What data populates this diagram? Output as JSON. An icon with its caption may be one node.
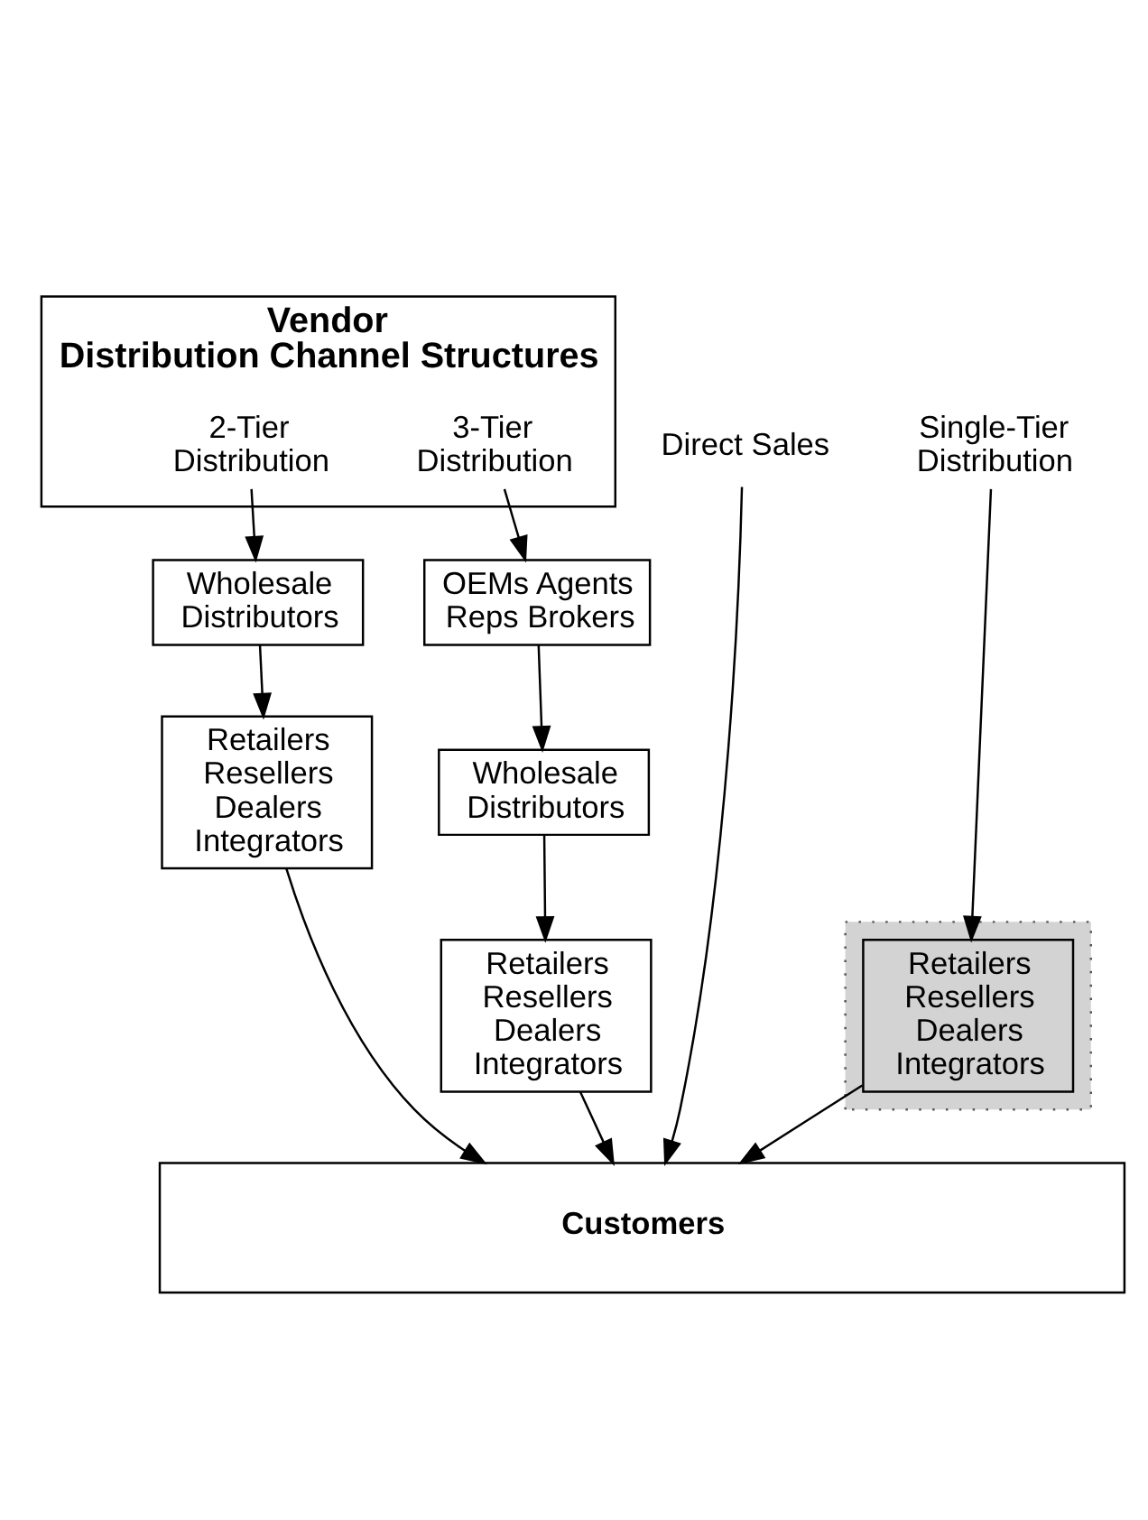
{
  "diagram": {
    "nodes": [
      {
        "text": [
          "Vendor",
          "Distribution Channel Structures"
        ]
      },
      {
        "text": [],
        "shape": "box"
      },
      {
        "text": [
          "Direct Sales"
        ]
      },
      {
        "text": [
          "Single-Tier Distribution"
        ]
      },
      {
        "text": [
          "2-Tier Distribution"
        ],
        "in": 0
      },
      {
        "text": [
          "3-Tier Distribution"
        ],
        "in": 0
      },
      {
        "text": [
          "Retailers Resellers Dealers Integrators"
        ],
        "in": 1
      },
      {
        "text": [
          "Wholesale Distributors"
        ]
      },
      {
        "text": [
          "Retailers Resellers Dealers Integrators"
        ]
      },
      {
        "text": [
          "OEMs Agents Reps Brokers"
        ]
      },
      {
        "text": [
          "Wholesale Distributors"
        ]
      },
      {
        "text": [
          "Retailers Resellers Dealers Integrators"
        ]
      },
      {
        "text": [
          "Customers"
        ]
      }
    ],
    "edges": [
      {
        "from": 2,
        "to": 12,
        "arrow": "to"
      },
      {
        "from": 3,
        "to": 6,
        "arrow": "to"
      },
      {
        "from": 6,
        "to": 12,
        "arrow": "to"
      },
      {
        "from": 4,
        "to": 7,
        "arrow": "to"
      },
      {
        "from": 7,
        "to": 8,
        "arrow": "to"
      },
      {
        "from": 8,
        "to": 12,
        "arrow": "to"
      },
      {
        "from": 5,
        "to": 9,
        "arrow": "to"
      },
      {
        "from": 9,
        "to": 10,
        "arrow": "to"
      },
      {
        "from": 10,
        "to": 11,
        "arrow": "to"
      },
      {
        "from": 11,
        "to": 12,
        "arrow": "to"
      }
    ]
  }
}
